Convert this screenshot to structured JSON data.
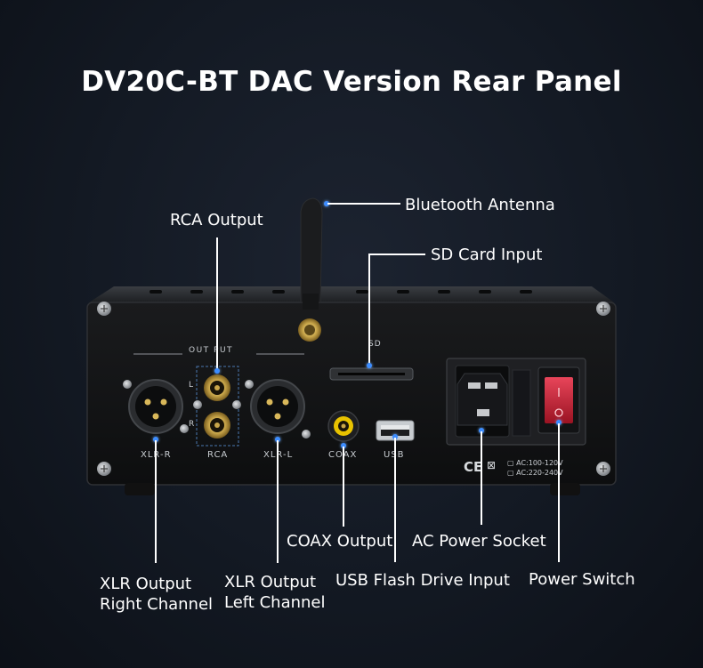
{
  "title": "DV20C-BT DAC Version Rear Panel",
  "callouts": {
    "bluetooth_antenna": "Bluetooth Antenna",
    "rca_output": "RCA Output",
    "sd_card_input": "SD Card Input",
    "coax_output": "COAX Output",
    "ac_power_socket": "AC Power Socket",
    "xlr_right_line1": "XLR Output",
    "xlr_right_line2": "Right Channel",
    "xlr_left_line1": "XLR Output",
    "xlr_left_line2": "Left Channel",
    "usb_flash": "USB Flash Drive Input",
    "power_switch": "Power Switch"
  },
  "panel": {
    "output_label": "OUT PUT",
    "sd_label": "SD",
    "xlr_r": "XLR-R",
    "rca": "RCA",
    "xlr_l": "XLR-L",
    "coax": "COAX",
    "usb": "USB",
    "rca_l": "L",
    "rca_r": "R",
    "cert": "CE",
    "ac_line1": "AC:100-120V",
    "ac_line2": "AC:220-240V"
  },
  "colors": {
    "accent_dot": "#3d8dff",
    "power_switch": "#d8283a",
    "coax_ring": "#e8c200",
    "rca_gold": "#c9a64a"
  }
}
